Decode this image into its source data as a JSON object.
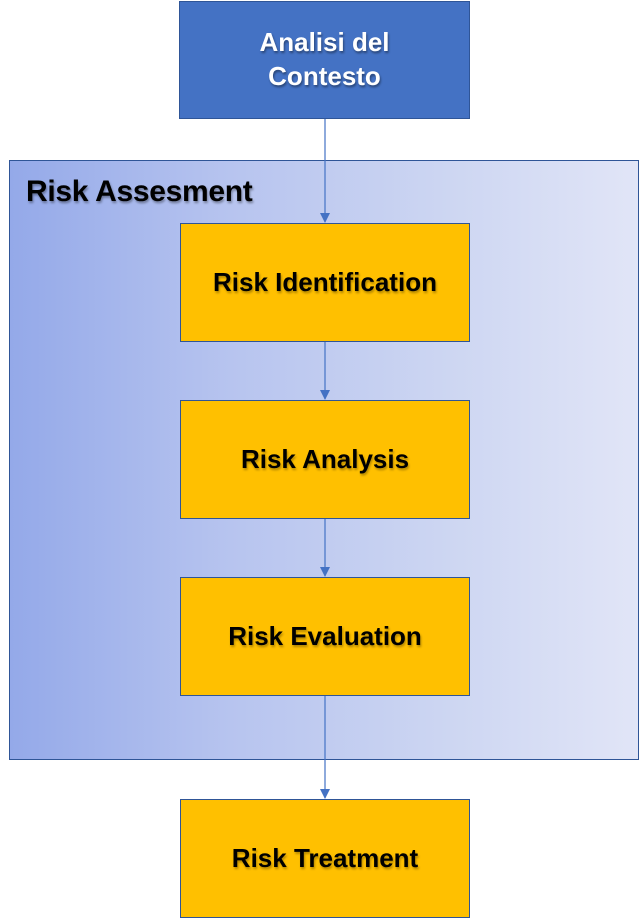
{
  "diagram": {
    "context_box": "Analisi del Contesto",
    "group_title": "Risk Assesment",
    "steps": [
      "Risk Identification",
      "Risk Analysis",
      "Risk Evaluation"
    ],
    "final_step": "Risk Treatment"
  },
  "colors": {
    "context_fill": "#4472C4",
    "step_fill": "#FFC000",
    "border": "#2F5597",
    "connector": "#4472C4"
  }
}
